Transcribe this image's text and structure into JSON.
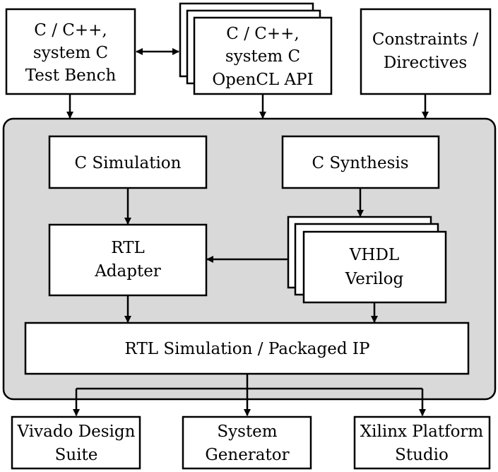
{
  "inputs": {
    "testbench": [
      "C / C++,",
      "system C",
      "Test Bench"
    ],
    "source": [
      "C / C++,",
      "system C",
      "OpenCL API"
    ],
    "constraints": [
      "Constraints /",
      "Directives"
    ]
  },
  "hls": {
    "c_simulation": "C Simulation",
    "c_synthesis": "C Synthesis",
    "rtl_adapter": [
      "RTL",
      "Adapter"
    ],
    "hdl": [
      "VHDL",
      "Verilog"
    ],
    "rtl_simulation": "RTL Simulation / Packaged IP"
  },
  "outputs": {
    "vivado": [
      "Vivado Design",
      "Suite"
    ],
    "sysgen": [
      "System",
      "Generator"
    ],
    "xps": [
      "Xilinx Platform",
      "Studio"
    ]
  }
}
